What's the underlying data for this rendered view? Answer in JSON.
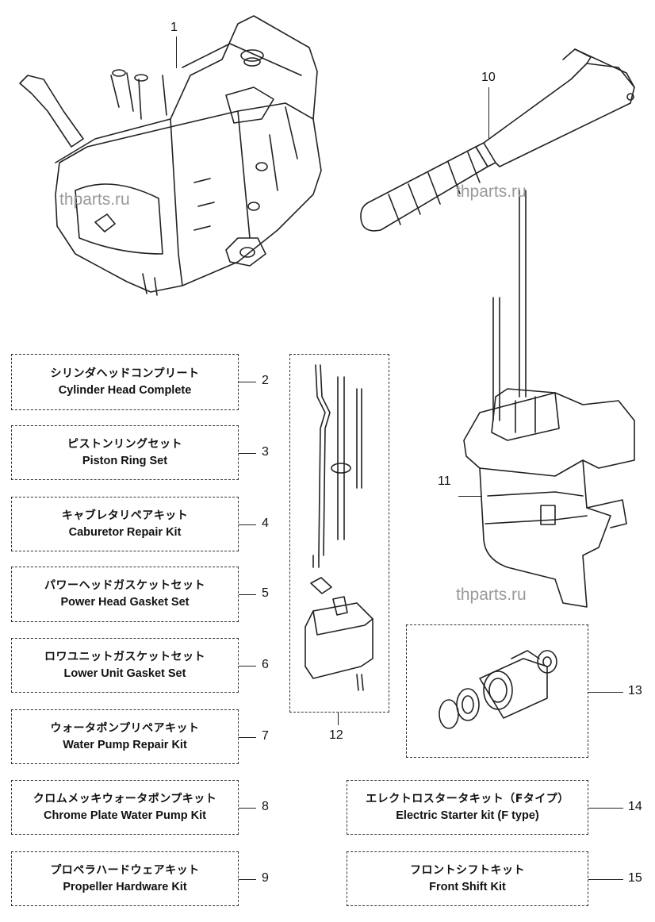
{
  "watermark": "thparts.ru",
  "callouts": {
    "n1": "1",
    "n10": "10",
    "n11": "11",
    "n12": "12",
    "n13": "13"
  },
  "kits": [
    {
      "num": "2",
      "jp": "シリンダヘッドコンプリート",
      "en": "Cylinder Head Complete"
    },
    {
      "num": "3",
      "jp": "ピストンリングセット",
      "en": "Piston Ring Set"
    },
    {
      "num": "4",
      "jp": "キャブレタリペアキット",
      "en": "Caburetor Repair Kit"
    },
    {
      "num": "5",
      "jp": "パワーヘッドガスケットセット",
      "en": "Power Head Gasket Set"
    },
    {
      "num": "6",
      "jp": "ロワユニットガスケットセット",
      "en": "Lower Unit Gasket Set"
    },
    {
      "num": "7",
      "jp": "ウォータポンプリペアキット",
      "en": "Water Pump Repair Kit"
    },
    {
      "num": "8",
      "jp": "クロムメッキウォータポンプキット",
      "en": "Chrome Plate Water Pump Kit"
    },
    {
      "num": "9",
      "jp": "プロペラハードウェアキット",
      "en": "Propeller Hardware Kit"
    },
    {
      "num": "14",
      "jp": "エレクトロスタータキット（Fタイプ）",
      "en": "Electric Starter kit (F type)"
    },
    {
      "num": "15",
      "jp": "フロントシフトキット",
      "en": "Front Shift Kit"
    }
  ]
}
